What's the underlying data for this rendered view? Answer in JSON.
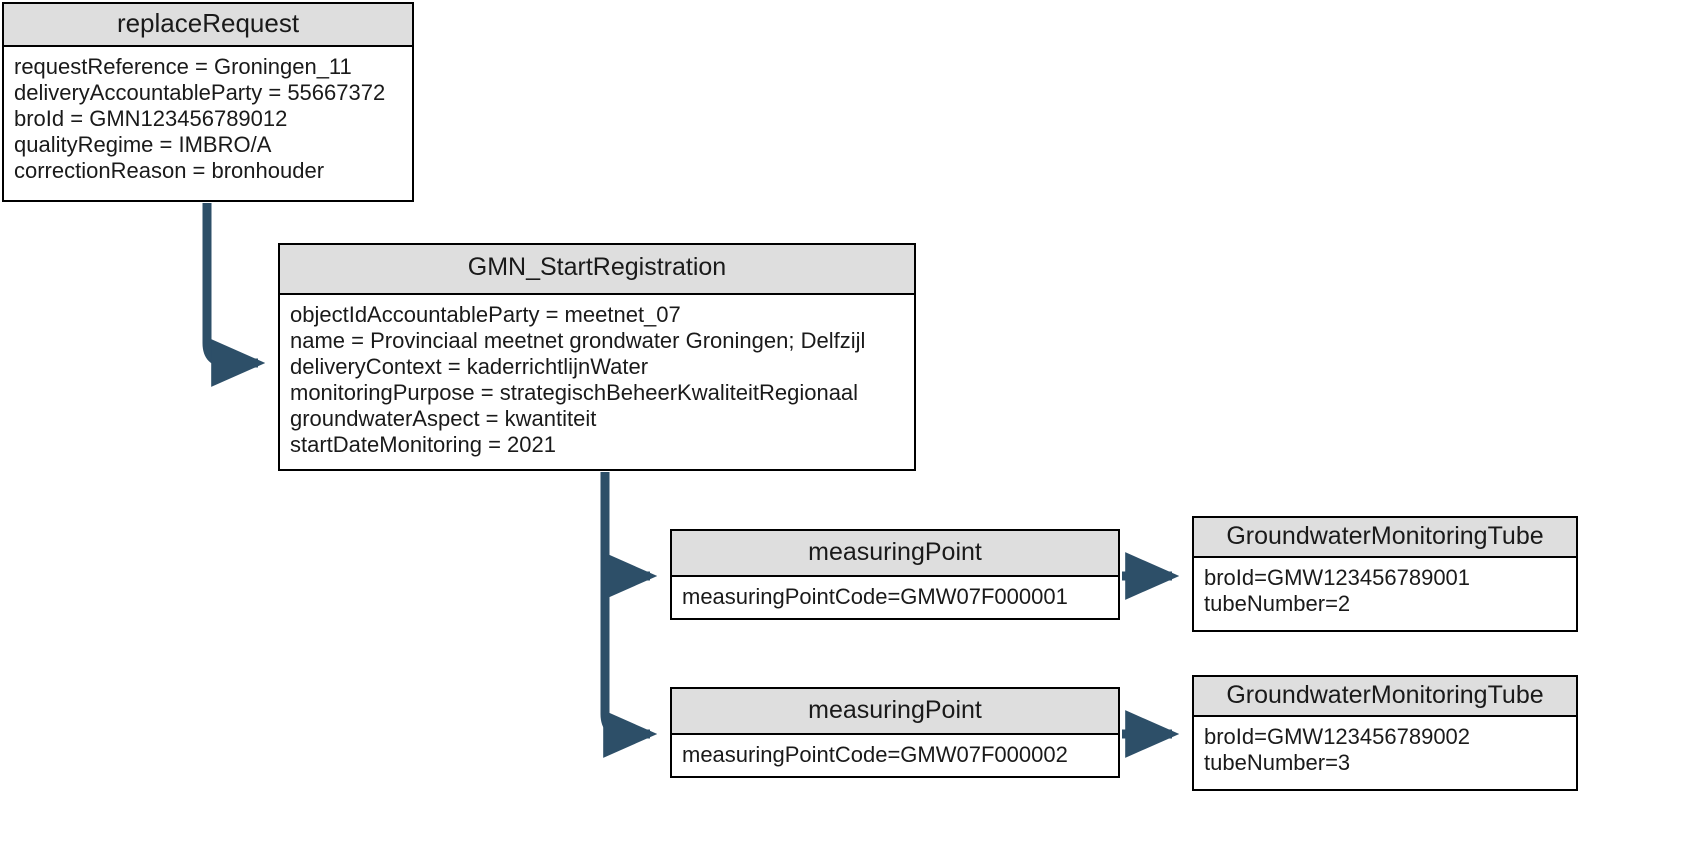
{
  "diagram": {
    "title": "replaceRequest GMN_StartRegistration object diagram",
    "colors": {
      "node_border": "#000000",
      "node_header_fill": "#dedede",
      "node_body_fill": "#ffffff",
      "connector": "#2d4f68",
      "text": "#1a1a1a"
    }
  },
  "nodes": {
    "replace_request": {
      "title": "replaceRequest",
      "attributes": [
        "requestReference = Groningen_11",
        "deliveryAccountableParty = 55667372",
        "broId = GMN123456789012",
        "qualityRegime = IMBRO/A",
        "correctionReason = bronhouder"
      ]
    },
    "gmn_start_registration": {
      "title": "GMN_StartRegistration",
      "attributes": [
        "objectIdAccountableParty = meetnet_07",
        "name = Provinciaal meetnet grondwater Groningen; Delfzijl",
        "deliveryContext = kaderrichtlijnWater",
        "monitoringPurpose = strategischBeheerKwaliteitRegionaal",
        "groundwaterAspect = kwantiteit",
        "startDateMonitoring = 2021"
      ]
    },
    "measuring_point_1": {
      "title": "measuringPoint",
      "attributes": [
        "measuringPointCode=GMW07F000001"
      ]
    },
    "measuring_point_2": {
      "title": "measuringPoint",
      "attributes": [
        "measuringPointCode=GMW07F000002"
      ]
    },
    "tube_1": {
      "title": "GroundwaterMonitoringTube",
      "attributes": [
        "broId=GMW123456789001",
        "tubeNumber=2"
      ]
    },
    "tube_2": {
      "title": "GroundwaterMonitoringTube",
      "attributes": [
        "broId=GMW123456789002",
        "tubeNumber=3"
      ]
    }
  },
  "connectors": [
    {
      "name": "replace-request-to-gmn-start",
      "from": "replace_request",
      "to": "gmn_start_registration",
      "style": "elbow-arrow"
    },
    {
      "name": "gmn-start-to-measuring-point-1",
      "from": "gmn_start_registration",
      "to": "measuring_point_1",
      "style": "elbow-arrow"
    },
    {
      "name": "gmn-start-to-measuring-point-2",
      "from": "gmn_start_registration",
      "to": "measuring_point_2",
      "style": "elbow-arrow"
    },
    {
      "name": "measuring-point-1-to-tube-1",
      "from": "measuring_point_1",
      "to": "tube_1",
      "style": "straight-arrow"
    },
    {
      "name": "measuring-point-2-to-tube-2",
      "from": "measuring_point_2",
      "to": "tube_2",
      "style": "straight-arrow"
    }
  ]
}
